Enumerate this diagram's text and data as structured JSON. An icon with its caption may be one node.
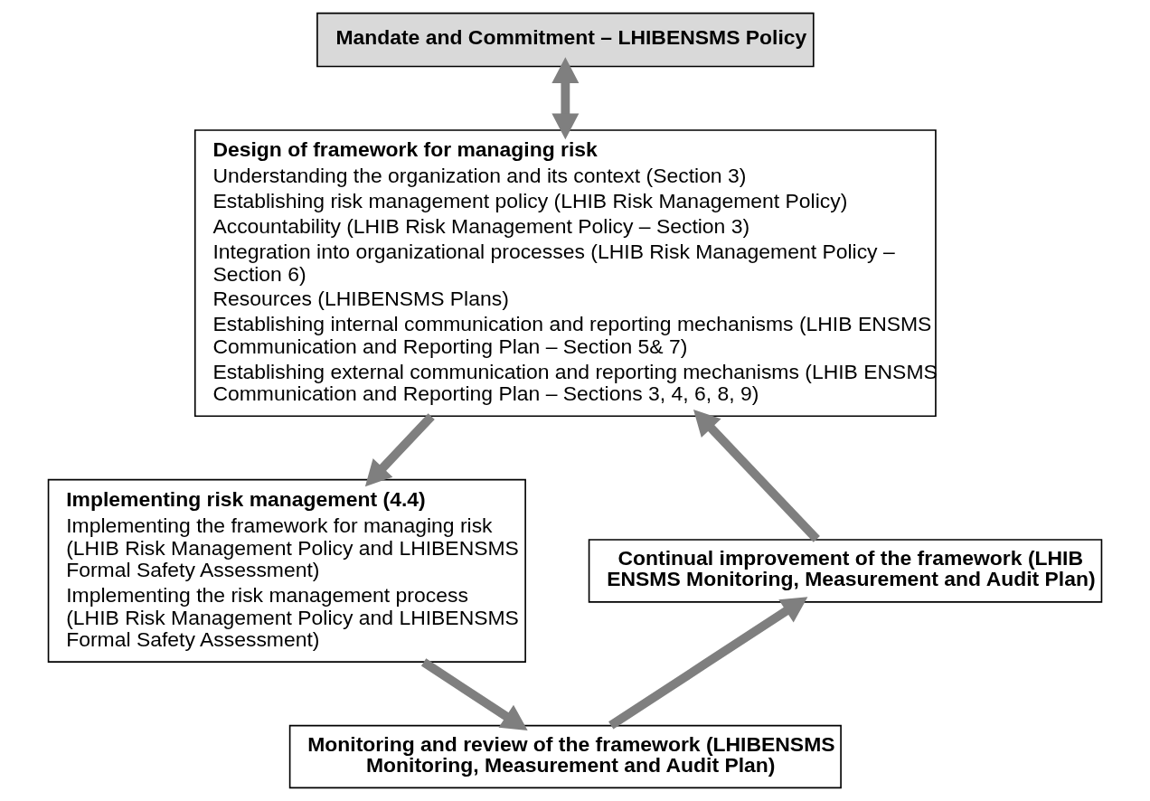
{
  "diagram": {
    "nodes": [
      {
        "text": [
          "Mandate and Commitment – LHIBENSMS Policy"
        ]
      },
      {
        "text": [
          "Design of framework for managing risk",
          "Understanding the organization and its context (Section 3)",
          "Establishing risk management policy (LHIB Risk Management Policy)",
          "Accountability (LHIB Risk Management Policy – Section 3)",
          "Integration into organizational processes (LHIB Risk Management Policy – Section 6)",
          "Resources (LHIBENSMS Plans)",
          "Establishing internal communication and reporting mechanisms (LHIB ENSMS Communication and Reporting Plan – Section 5& 7)",
          "Establishing external communication and reporting mechanisms (LHIB ENSMS Communication and Reporting Plan – Sections 3, 4, 6, 8, 9)"
        ]
      },
      {
        "text": [
          "Implementing risk management (4.4)",
          "Implementing the framework for managing risk (LHIB Risk Management Policy and LHIBENSMS Formal Safety Assessment)",
          "Implementing the risk management process (LHIB Risk Management Policy and LHIBENSMS Formal Safety Assessment)"
        ]
      },
      {
        "text": [
          "Monitoring and review of the framework (LHIBENSMS Monitoring, Measurement and Audit Plan)"
        ]
      },
      {
        "text": [
          "Continual improvement of the framework (LHIB ENSMS Monitoring, Measurement and Audit Plan)"
        ]
      }
    ],
    "edges": [
      {
        "from": 0,
        "to": 1,
        "arrow": "both"
      },
      {
        "from": 1,
        "to": 2,
        "arrow": "to"
      },
      {
        "from": 2,
        "to": 3,
        "arrow": "to"
      },
      {
        "from": 3,
        "to": 4,
        "arrow": "to"
      },
      {
        "from": 4,
        "to": 1,
        "arrow": "to"
      }
    ]
  }
}
